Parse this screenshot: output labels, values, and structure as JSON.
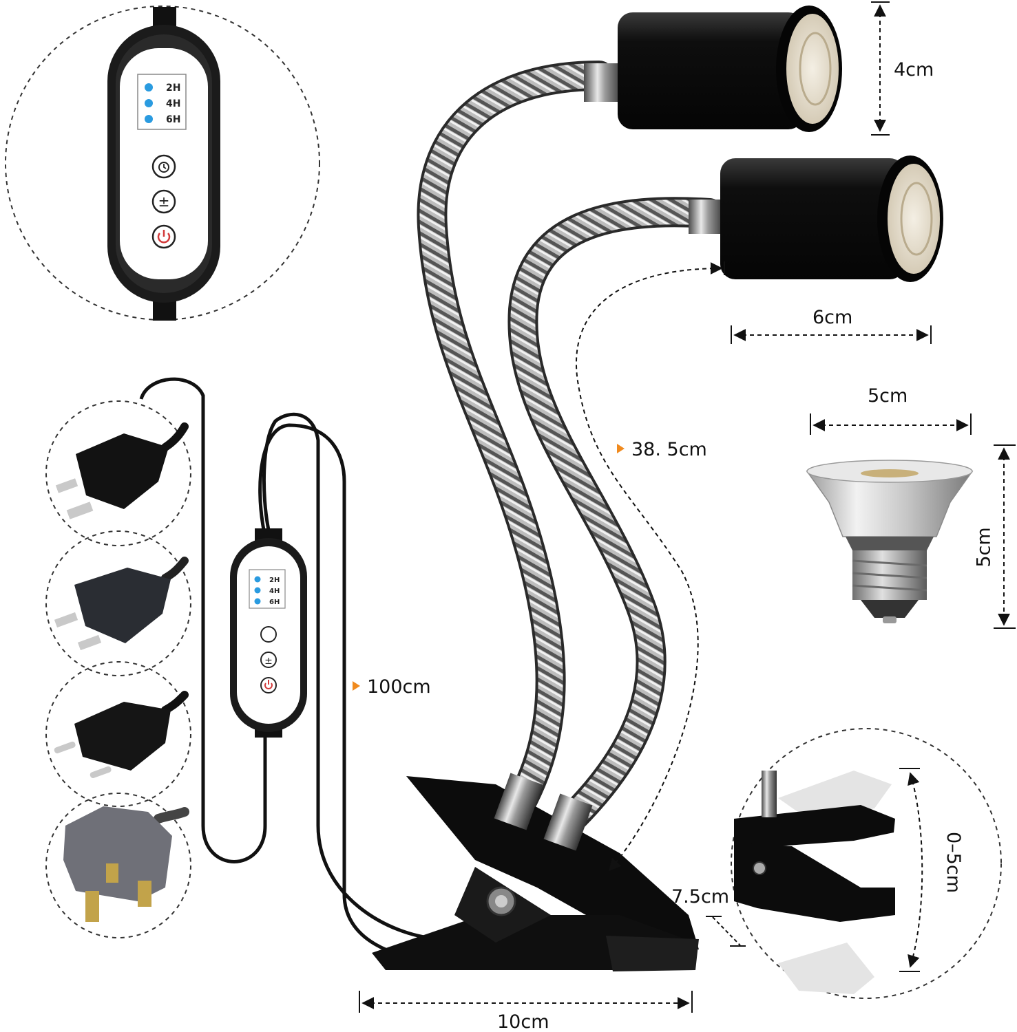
{
  "dimensions": {
    "holder_height": "4cm",
    "holder_width": "6cm",
    "bulb_width": "5cm",
    "bulb_height": "5cm",
    "gooseneck_length": "38. 5cm",
    "cable_length": "100cm",
    "clip_width": "10cm",
    "clip_depth": "7.5cm",
    "clip_opening": "0–5cm"
  },
  "controller": {
    "timers": [
      "2H",
      "4H",
      "6H"
    ],
    "buttons": [
      "timer",
      "dimmer",
      "power"
    ]
  },
  "plugs": [
    "US plug",
    "US plug (polarized)",
    "EU plug",
    "UK plug"
  ],
  "colors": {
    "accent_orange": "#f08a1e",
    "led_blue": "#2a9be0",
    "power_red": "#d23a3a",
    "fixture_black": "#111111"
  }
}
